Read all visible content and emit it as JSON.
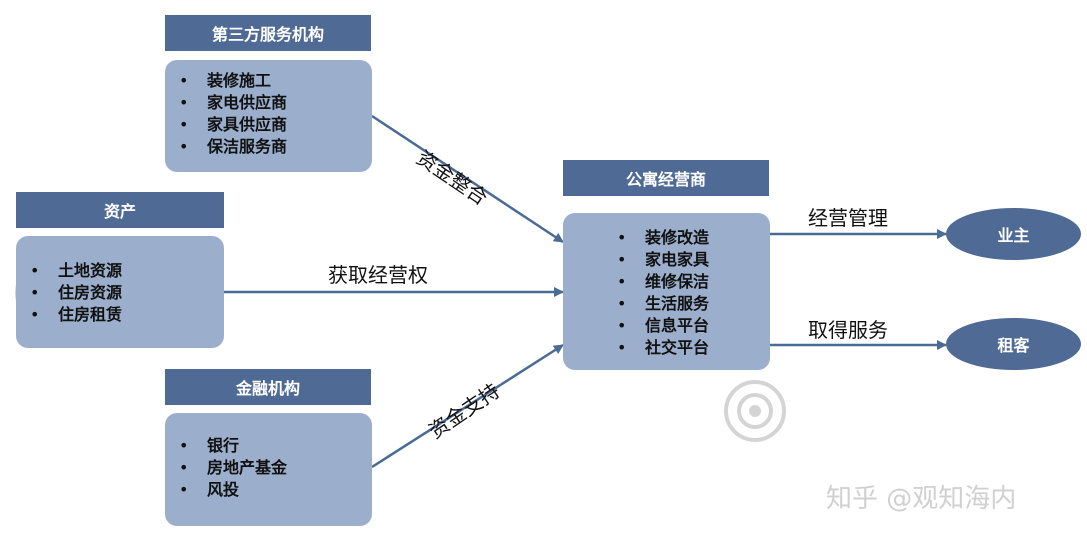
{
  "third_party": {
    "title": "第三方服务机构",
    "items": [
      "装修施工",
      "家电供应商",
      "家具供应商",
      "保洁服务商"
    ]
  },
  "assets": {
    "title": "资产",
    "items": [
      "土地资源",
      "住房资源",
      "住房租赁"
    ]
  },
  "finance": {
    "title": "金融机构",
    "items": [
      "银行",
      "房地产基金",
      "风投"
    ]
  },
  "operator": {
    "title": "公寓经营商",
    "items": [
      "装修改造",
      "家电家具",
      "维修保洁",
      "生活服务",
      "信息平台",
      "社交平台"
    ]
  },
  "owner": {
    "label": "业主"
  },
  "tenant": {
    "label": "租客"
  },
  "edges": {
    "resource_integration": "资金整合",
    "operating_rights": "获取经营权",
    "funding_support": "资金支持",
    "operations_management": "经营管理",
    "obtain_services": "取得服务"
  },
  "watermark": {
    "text": "知乎 @观知海内"
  },
  "colors": {
    "header": "#4f6a94",
    "box": "#9bafcc",
    "line": "#4a6b96"
  }
}
